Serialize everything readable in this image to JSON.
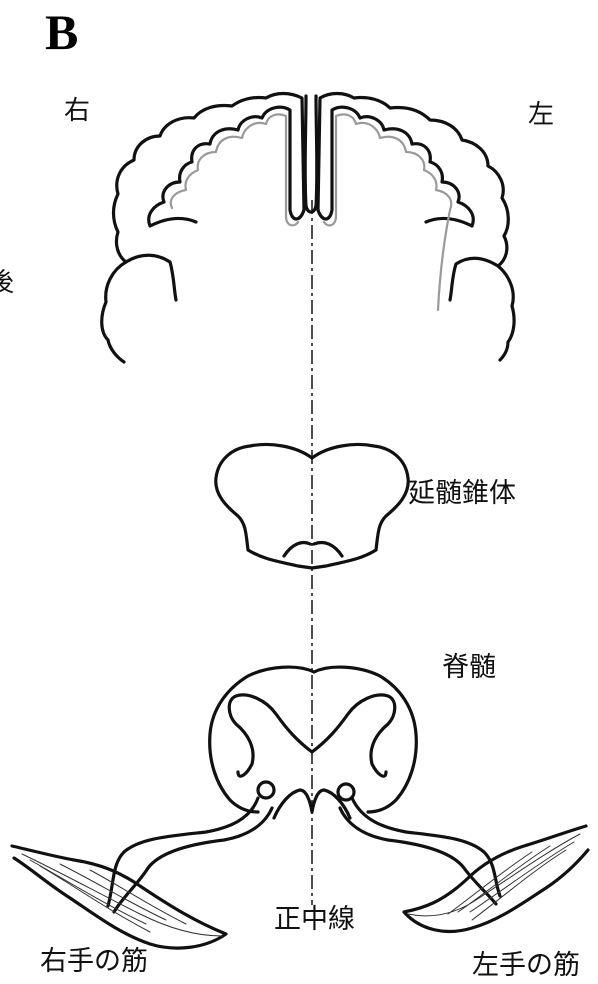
{
  "panel_label": "B",
  "labels": {
    "right": "右",
    "left": "左",
    "cut_glyph": "後",
    "medulla_pyramid": "延髄錐体",
    "spinal_cord": "脊髄",
    "midline": "正中線",
    "right_hand_muscle": "右手の筋",
    "left_hand_muscle": "左手の筋"
  }
}
